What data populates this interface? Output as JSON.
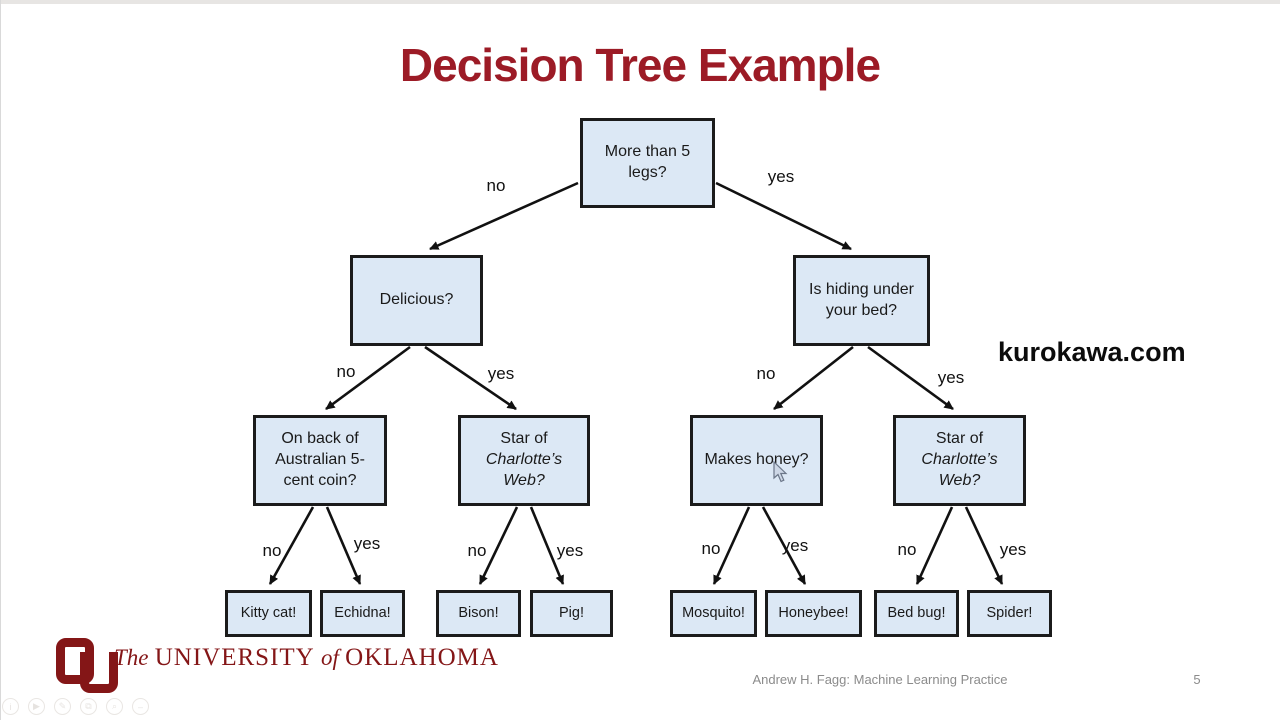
{
  "slide": {
    "title": "Decision Tree Example",
    "watermark": "kurokawa.com",
    "footer": "Andrew H. Fagg: Machine Learning Practice",
    "page_number": "5"
  },
  "logo": {
    "the": "The",
    "university": "UNIVERSITY",
    "of": "of",
    "oklahoma": "OKLAHOMA"
  },
  "tree": {
    "nodes": {
      "root": {
        "label": "More than 5 legs?"
      },
      "delicious": {
        "label": "Delicious?"
      },
      "hiding": {
        "label": "Is hiding under your bed?"
      },
      "coin": {
        "label": "On back of Australian 5-cent coin?"
      },
      "star_left": {
        "label_plain": "Star of",
        "label_italic": "Charlotte’s Web?"
      },
      "honey": {
        "label": "Makes honey?"
      },
      "star_right": {
        "label_plain": "Star of",
        "label_italic": "Charlotte’s Web?"
      },
      "kitty": {
        "label": "Kitty cat!"
      },
      "echidna": {
        "label": "Echidna!"
      },
      "bison": {
        "label": "Bison!"
      },
      "pig": {
        "label": "Pig!"
      },
      "mosquito": {
        "label": "Mosquito!"
      },
      "honeybee": {
        "label": "Honeybee!"
      },
      "bedbug": {
        "label": "Bed bug!"
      },
      "spider": {
        "label": "Spider!"
      }
    },
    "edge_labels": {
      "no": "no",
      "yes": "yes"
    }
  },
  "colors": {
    "title": "#9c1b26",
    "node_fill": "#dce8f5",
    "node_border": "#1b1b1b",
    "ou_crimson": "#841617",
    "footer_gray": "#8b8b8b"
  },
  "toolbar_icons": [
    "info",
    "play",
    "pencil",
    "copy",
    "zoom",
    "minus"
  ]
}
